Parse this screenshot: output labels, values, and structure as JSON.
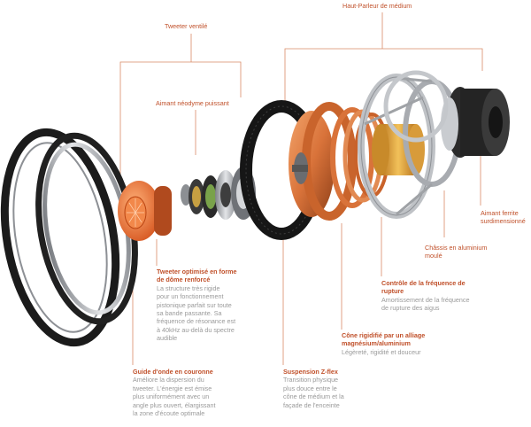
{
  "labels": {
    "tweeter_ventile": "Tweeter ventilé",
    "haut_parleur_medium": "Haut-Parleur de médium",
    "aimant_neodyme": "Aimant néodyme puissant",
    "aimant_ferrite": [
      "Aimant ferrite",
      "surdimensionné"
    ],
    "chassis": [
      "Châssis en aluminium",
      "moulé"
    ],
    "tweeter_dome": {
      "title": [
        "Tweeter optimisé en forme",
        "de dôme renforcé"
      ],
      "desc": [
        "La structure très rigide",
        "pour un fonctionnement",
        "pistonique parfait sur toute",
        "sa bande passante. Sa",
        "fréquence de résonance est",
        "à 40kHz au-delà du spectre",
        "audible"
      ]
    },
    "controle_frequence": {
      "title": [
        "Contrôle de la fréquence de",
        "rupture"
      ],
      "desc": [
        "Amortissement de la fréquence",
        "de rupture des aigus"
      ]
    },
    "cone": {
      "title": [
        "Cône rigidifié par un alliage",
        "magnésium/aluminium"
      ],
      "desc": [
        "Légèreté, rigidité et douceur"
      ]
    },
    "guide_onde": {
      "title": [
        "Guide d'onde en couronne"
      ],
      "desc": [
        "Améliore la dispersion du",
        "tweeter. L'énergie est émise",
        "plus uniformément avec un",
        "angle plus ouvert, élargissant",
        "la zone d'écoute optimale"
      ]
    },
    "suspension": {
      "title": [
        "Suspension Z-flex"
      ],
      "desc": [
        "Transition physique",
        "plus douce entre le",
        "cône de médium et la",
        "façade de l'enceinte"
      ]
    }
  },
  "colors": {
    "accent": "#c0502a",
    "line": "#d98a66",
    "desc_text": "#9a9a9a",
    "copper": "#d9733a",
    "orange_dome": "#e8682a",
    "black_ring": "#1a1a1a",
    "silver": "#b9bcc0",
    "gold": "#e0a23a"
  }
}
